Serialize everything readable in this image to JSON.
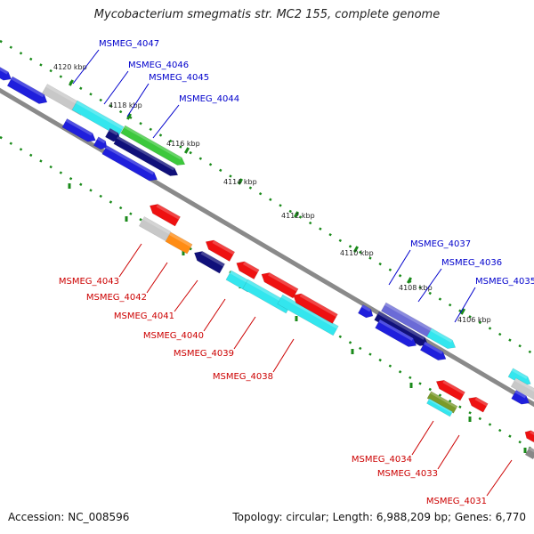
{
  "title": "Mycobacterium smegmatis str. MC2 155, complete genome",
  "footer": {
    "accession": "Accession: NC_008596",
    "summary": "Topology: circular; Length: 6,988,209 bp; Genes: 6,770"
  },
  "colors": {
    "forward_label": "#0000cc",
    "reverse_label": "#cc0000",
    "backbone": "#8a8a8a",
    "tick": "#1a8a1a",
    "gene_blue": "#1f1fdc",
    "gene_navy": "#10107a",
    "gene_cyan": "#33e6ee",
    "gene_gray": "#c8c8c8",
    "gene_red": "#ee1111",
    "gene_orange": "#ff8c14",
    "gene_green": "#3cc83c",
    "gene_slate": "#6b6bd6",
    "gene_olive": "#7a9a2a"
  },
  "scale_labels": [
    "4120 kbp",
    "4118 kbp",
    "4116 kbp",
    "4114 kbp",
    "4112 kbp",
    "4110 kbp",
    "4108 kbp",
    "4106 kbp"
  ],
  "forward_genes": [
    "MSMEG_4047",
    "MSMEG_4046",
    "MSMEG_4045",
    "MSMEG_4044",
    "MSMEG_4037",
    "MSMEG_4036",
    "MSMEG_4035"
  ],
  "reverse_genes": [
    "MSMEG_4043",
    "MSMEG_4042",
    "MSMEG_4041",
    "MSMEG_4040",
    "MSMEG_4039",
    "MSMEG_4038",
    "MSMEG_4034",
    "MSMEG_4033",
    "MSMEG_4031"
  ]
}
